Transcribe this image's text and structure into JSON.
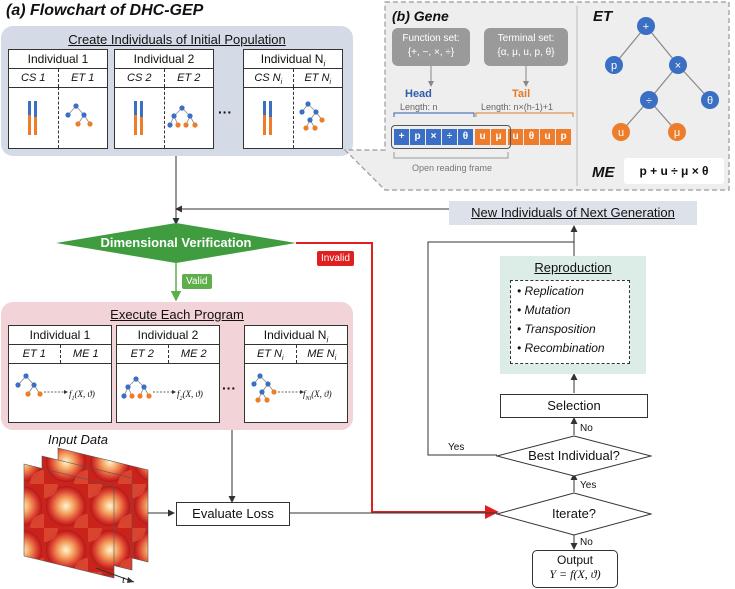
{
  "title": "(a) Flowchart of DHC-GEP",
  "create": {
    "header": "Create Individuals of Initial Population",
    "individuals": [
      {
        "name": "Individual 1",
        "cs": "CS 1",
        "et": "ET 1"
      },
      {
        "name": "Individual 2",
        "cs": "CS 2",
        "et": "ET 2"
      },
      {
        "name": "Individual N",
        "sub": "i",
        "cs": "CS N",
        "cs_sub": "i",
        "et": "ET N",
        "et_sub": "i"
      }
    ],
    "ellipsis": "···"
  },
  "gene": {
    "title": "(b) Gene",
    "function_set_label": "Function set:",
    "function_set": "{+, −, ×, ÷}",
    "terminal_set_label": "Terminal set:",
    "terminal_set": "{α, μ, u, p, θ}",
    "head_label": "Head",
    "head_length": "Length: n",
    "tail_label": "Tail",
    "tail_length": "Length: n×(h-1)+1",
    "sequence": [
      "+",
      "p",
      "×",
      "÷",
      "θ",
      "u",
      "μ",
      "u",
      "θ",
      "u",
      "p"
    ],
    "orf_label": "Open reading frame"
  },
  "et_panel": {
    "title": "ET",
    "nodes": [
      "+",
      "p",
      "×",
      "÷",
      "θ",
      "u",
      "μ"
    ],
    "me_label": "ME",
    "me_value": "p + u ÷ μ × θ"
  },
  "flow": {
    "dimensional_verification": "Dimensional Verification",
    "valid": "Valid",
    "invalid": "Invalid",
    "new_individuals": "New Individuals of Next Generation",
    "reproduction": "Reproduction",
    "reproduction_items": [
      "Replication",
      "Mutation",
      "Transposition",
      "Recombination"
    ],
    "selection": "Selection",
    "best_individual": "Best Individual?",
    "iterate": "Iterate?",
    "output": "Output",
    "output_formula": "Y = f(X, ϑ)",
    "yes1": "Yes",
    "no1": "No",
    "yes2": "Yes",
    "no2": "No",
    "evaluate_loss": "Evaluate Loss",
    "input_data": "Input Data",
    "t_label": "t"
  },
  "execute": {
    "header": "Execute Each Program",
    "individuals": [
      {
        "name": "Individual 1",
        "et": "ET 1",
        "me": "ME 1",
        "f": "f",
        "f_sub": "1",
        "args": "(X, ϑ)"
      },
      {
        "name": "Individual 2",
        "et": "ET 2",
        "me": "ME 2",
        "f": "f",
        "f_sub": "2",
        "args": "(X, ϑ)"
      },
      {
        "name": "Individual N",
        "sub": "i",
        "et": "ET N",
        "et_sub": "i",
        "me": "ME N",
        "me_sub": "i",
        "f": "f",
        "f_sub": "Ni",
        "args": "(X, ϑ)"
      }
    ],
    "ellipsis": "···"
  },
  "colors": {
    "create_bg": "#d5dbe6",
    "execute_bg": "#f2d3d8",
    "diamond_green": "#3f9c3f",
    "valid_green": "#5fae4c",
    "invalid_red": "#e02020",
    "node_blue": "#3a6fc4",
    "node_orange": "#ee7d2b",
    "repro_bg": "#dcece6",
    "gene_bg": "#eeeeee"
  }
}
